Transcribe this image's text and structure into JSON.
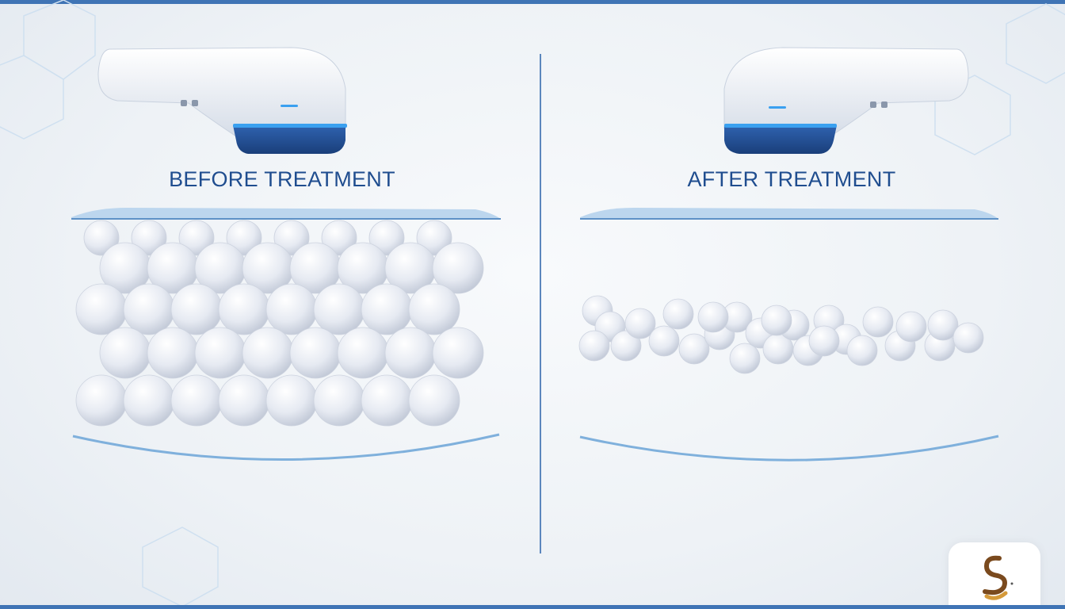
{
  "panels": {
    "before": {
      "title": "BEFORE TREATMENT"
    },
    "after": {
      "title": "AFTER TREATMENT"
    }
  },
  "colors": {
    "accent": "#3f74b5",
    "title_text": "#1f4d8f",
    "membrane": "#7fb0dc",
    "device_glow": "#3aa0f0",
    "cell": "#e4e8f1"
  },
  "icons": {
    "device": "handheld-treatment-device",
    "badge": "logo-badge"
  }
}
